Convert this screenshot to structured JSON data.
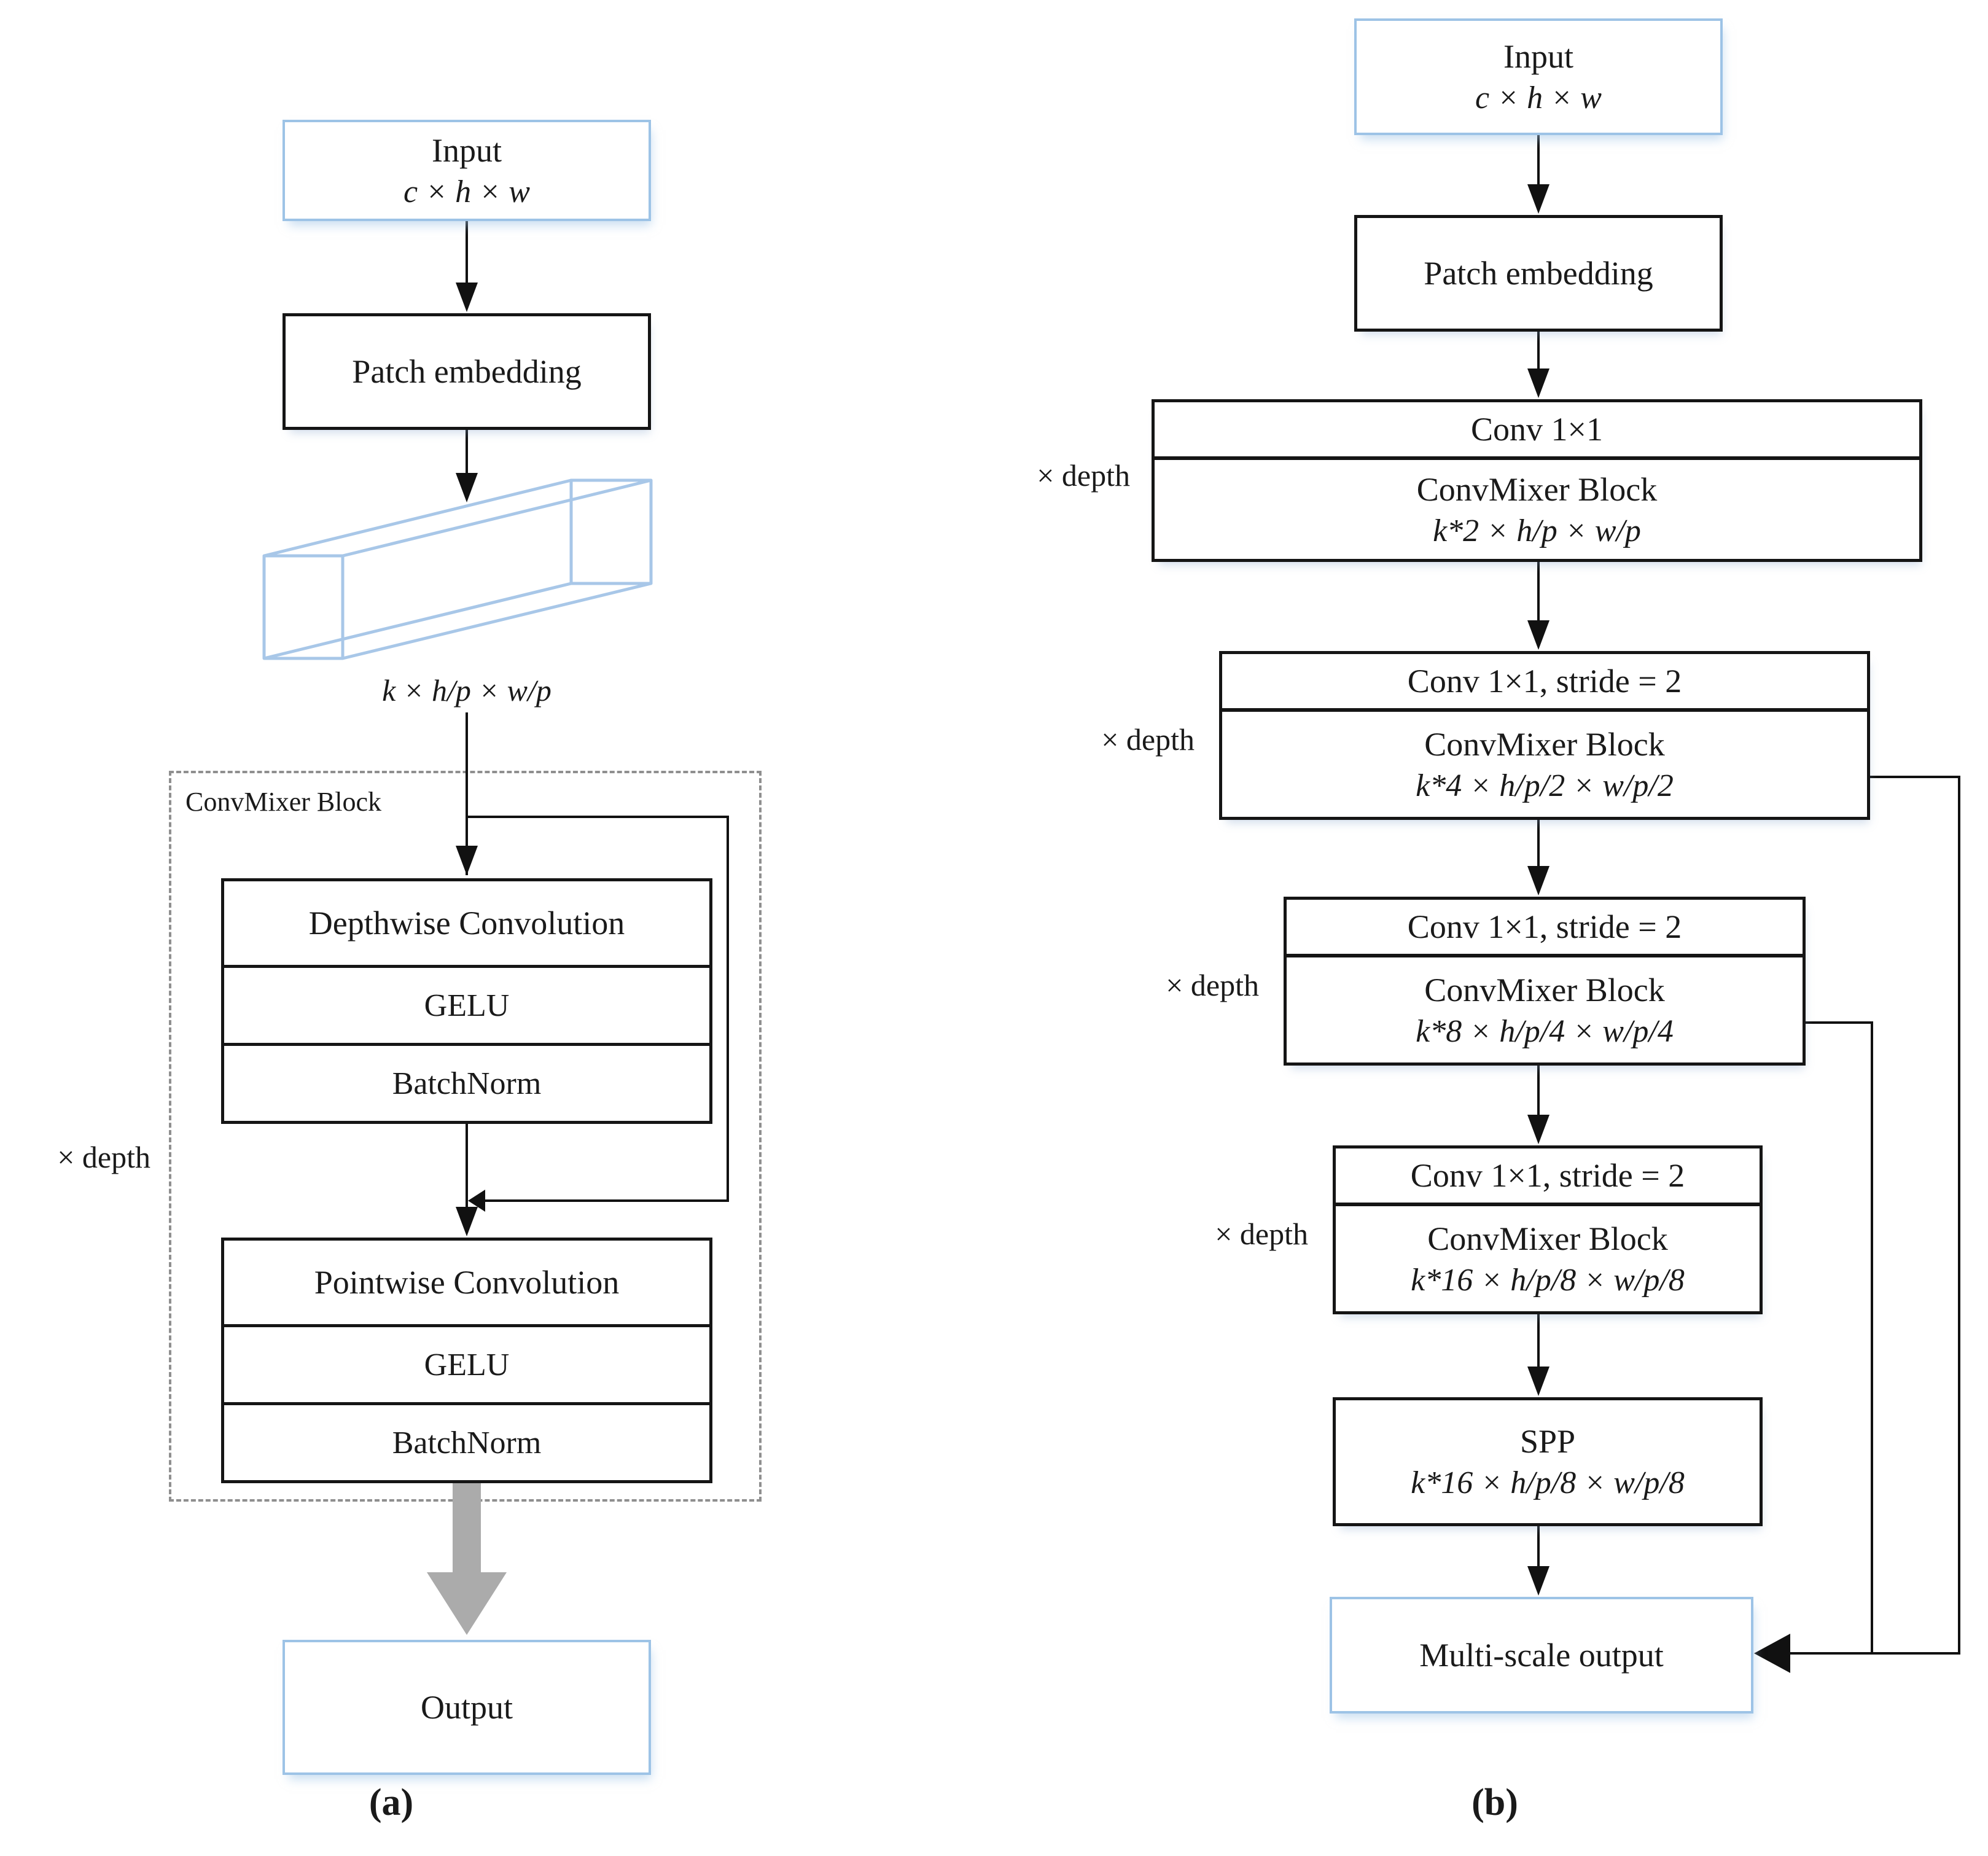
{
  "figure": {
    "panel_a": {
      "caption": "(a)",
      "input_box": {
        "title": "Input",
        "dims": "c × h × w"
      },
      "patch_box": "Patch embedding",
      "tensor_label": "k × h/p × w/p",
      "depth_label": "× depth",
      "convmixer_block": {
        "label": "ConvMixer Block",
        "depthwise_stack": [
          "Depthwise Convolution",
          "GELU",
          "BatchNorm"
        ],
        "pointwise_stack": [
          "Pointwise Convolution",
          "GELU",
          "BatchNorm"
        ]
      },
      "output_box": "Output"
    },
    "panel_b": {
      "caption": "(b)",
      "input_box": {
        "title": "Input",
        "dims": "c × h × w"
      },
      "patch_box": "Patch embedding",
      "depth_label": "× depth",
      "stages": [
        {
          "conv": "Conv 1×1",
          "block": "ConvMixer Block",
          "dims": "k*2 × h/p × w/p"
        },
        {
          "conv": "Conv 1×1, stride = 2",
          "block": "ConvMixer Block",
          "dims": "k*4 × h/p/2 × w/p/2"
        },
        {
          "conv": "Conv 1×1, stride = 2",
          "block": "ConvMixer Block",
          "dims": "k*8 × h/p/4 × w/p/4"
        },
        {
          "conv": "Conv 1×1, stride = 2",
          "block": "ConvMixer Block",
          "dims": "k*16 × h/p/8 × w/p/8"
        }
      ],
      "spp_box": {
        "title": "SPP",
        "dims": "k*16 × h/p/8 × w/p/8"
      },
      "output_box": "Multi-scale output"
    },
    "colors": {
      "accent_blue_border": "#9dc3e6",
      "line_black": "#111111",
      "gray_arrow": "#ababab"
    }
  }
}
